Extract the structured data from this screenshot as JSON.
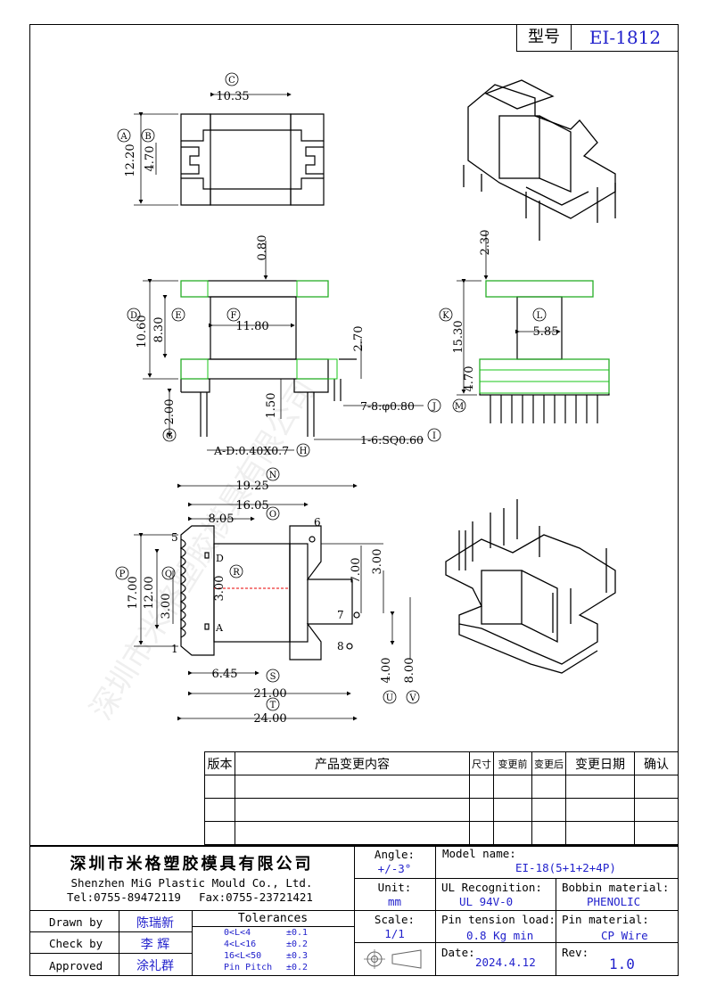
{
  "header": {
    "model_label": "型号",
    "model_value": "EI-1812"
  },
  "top_view": {
    "callouts": [
      "A",
      "B",
      "C"
    ],
    "dims": {
      "width": "10.35",
      "height": "12.20",
      "slot": "4.70"
    }
  },
  "front_view": {
    "callouts": [
      "D",
      "E",
      "F",
      "G",
      "H"
    ],
    "dims": {
      "top": "0.80",
      "d": "10.60",
      "e": "8.30",
      "f": "11.80",
      "flange": "2.70",
      "pin_len": "2.00",
      "base": "1.50",
      "pin_ad": "A-D:0.40X0.7",
      "pin_78": "7-8:φ0.80",
      "pin_16": "1-6:SQ0.60"
    },
    "callout_pin78": "J",
    "callout_pin16": "I"
  },
  "side_view": {
    "callouts": [
      "K",
      "L",
      "M"
    ],
    "dims": {
      "top": "2.30",
      "height": "15.30",
      "inner": "5.85",
      "base": "4.70"
    }
  },
  "bottom_view": {
    "callouts": [
      "N",
      "O",
      "P",
      "Q",
      "R",
      "S",
      "T",
      "U",
      "V"
    ],
    "dims": {
      "n": "19.25",
      "o": "16.05",
      "w805": "8.05",
      "p": "17.00",
      "q": "12.00",
      "r": "3.00",
      "r2": "3.00",
      "s": "6.45",
      "t": "21.00",
      "overall": "24.00",
      "right1": "7.00",
      "right2": "3.00",
      "u": "4.00",
      "v": "8.00"
    },
    "pin_labels": {
      "p5": "5",
      "p1": "1",
      "p6": "6",
      "p7": "7",
      "p8": "8",
      "pd": "D",
      "pa": "A"
    }
  },
  "revision_table": {
    "headers": [
      "版本",
      "产品变更内容",
      "尺寸",
      "变更前",
      "变更后",
      "变更日期",
      "确认"
    ]
  },
  "title_block": {
    "company_cn": "深圳市米格塑胶模具有限公司",
    "company_en": "Shenzhen MiG Plastic Mould Co., Ltd.",
    "tel": "Tel:0755-89472119",
    "fax": "Fax:0755-23721421",
    "angle_label": "Angle:",
    "angle_value": "+/-3°",
    "unit_label": "Unit:",
    "unit_value": "mm",
    "scale_label": "Scale:",
    "scale_value": "1/1",
    "model_name_label": "Model name:",
    "model_name_value": "EI-18(5+1+2+4P)",
    "ul_label": "UL Recognition:",
    "ul_value": "UL 94V-0",
    "bobbin_label": "Bobbin material:",
    "bobbin_value": "PHENOLIC",
    "pin_tension_label": "Pin tension load:",
    "pin_tension_value": "0.8 Kg min",
    "pin_material_label": "Pin material:",
    "pin_material_value": "CP Wire",
    "date_label": "Date:",
    "date_value": "2024.4.12",
    "rev_label": "Rev:",
    "rev_value": "1.0",
    "drawn_label": "Drawn by",
    "drawn_value": "陈瑞新",
    "check_label": "Check by",
    "check_value": "李 辉",
    "approved_label": "Approved",
    "approved_value": "涂礼群",
    "tolerances_title": "Tolerances",
    "tolerances": [
      {
        "range": "0<L<4",
        "tol": "±0.1"
      },
      {
        "range": "4<L<16",
        "tol": "±0.2"
      },
      {
        "range": "16<L<50",
        "tol": "±0.3"
      },
      {
        "range": "Pin Pitch",
        "tol": "±0.2"
      }
    ],
    "watermark": "深圳市米格塑胶模具有限公司"
  }
}
